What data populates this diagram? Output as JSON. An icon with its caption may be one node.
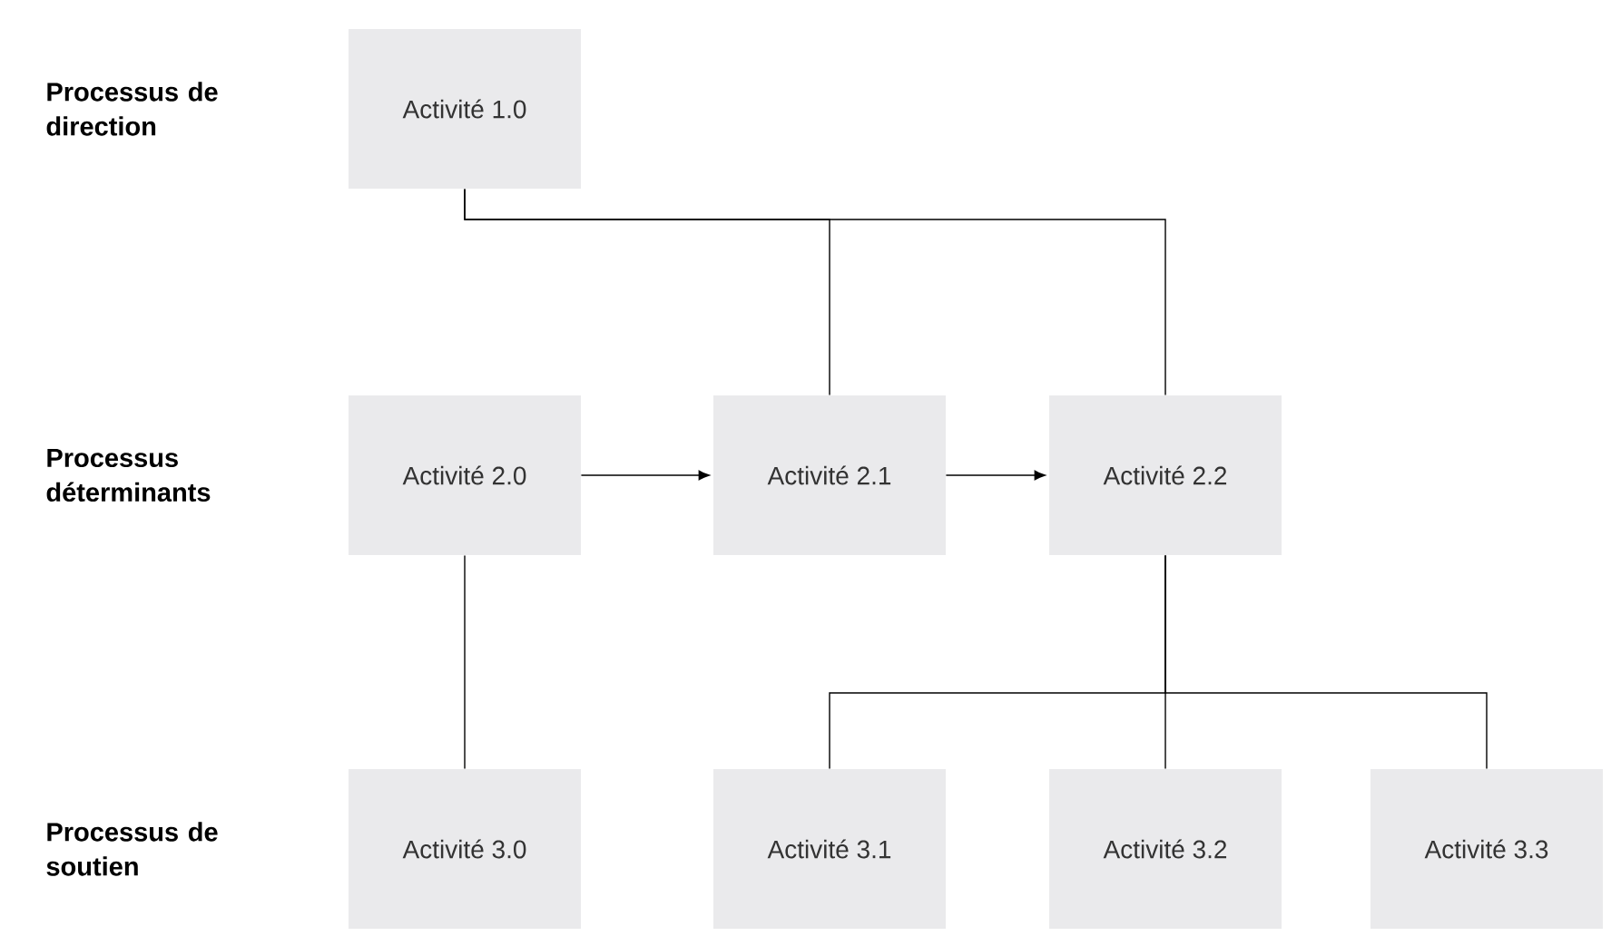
{
  "diagram": {
    "nodes": [
      {
        "text": [
          "Activité 1.0"
        ]
      },
      {
        "text": [
          "Activité 2.0"
        ]
      },
      {
        "text": [
          "Activité 2.1"
        ]
      },
      {
        "text": [
          "Activité 2.2"
        ]
      },
      {
        "text": [
          "Activité 3.0"
        ]
      },
      {
        "text": [
          "Activité 3.1"
        ]
      },
      {
        "text": [
          "Activité 3.2"
        ]
      },
      {
        "text": [
          "Activité 3.3"
        ]
      }
    ],
    "edges": [
      {
        "from": 0,
        "to": 2,
        "arrow": "none"
      },
      {
        "from": 0,
        "to": 3,
        "arrow": "none"
      },
      {
        "from": 1,
        "to": 2,
        "arrow": "to"
      },
      {
        "from": 2,
        "to": 3,
        "arrow": "to"
      },
      {
        "from": 1,
        "to": 4,
        "arrow": "none"
      },
      {
        "from": 3,
        "to": 5,
        "arrow": "none"
      },
      {
        "from": 3,
        "to": 6,
        "arrow": "none"
      },
      {
        "from": 3,
        "to": 7,
        "arrow": "none"
      }
    ],
    "labels": [
      "Processus de direction",
      "Processus déterminants",
      "Processus de soutien"
    ]
  }
}
